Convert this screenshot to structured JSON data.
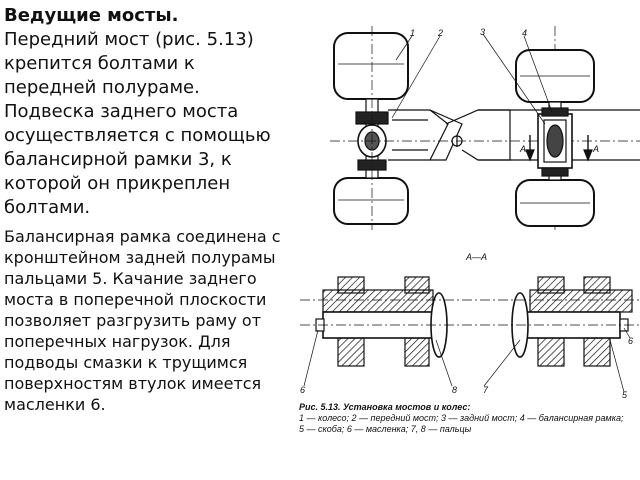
{
  "text": {
    "title": "Ведущие мосты.",
    "paragraph1": "Передний мост (рис. 5.13) крепится болтами к передней полураме. Подвеска заднего моста осуществляется с помощью балансирной рамки 3, к которой он прикреплен болтами.",
    "paragraph2": "Балансирная рамка соединена с кронштейном задней полурамы пальцами 5. Качание заднего моста в поперечной плоскости позволяет разгрузить раму от поперечных нагрузок. Для подводы смазки к трущимся поверхностям втулок имеется масленки 6."
  },
  "figure": {
    "caption_title": "Рис. 5.13. Установка мостов и колес:",
    "caption_line1": "1 — колесо; 2 — передний мост; 3 — задний мост; 4 — балансирная рамка;",
    "caption_line2": "5 — скоба; 6 — масленка; 7, 8 — пальцы",
    "section_label": "А—А",
    "labels": {
      "n1": "1",
      "n2": "2",
      "n3": "3",
      "n4": "4",
      "n5": "5",
      "n6a": "6",
      "n6b": "6",
      "n7": "7",
      "n8": "8",
      "arrowA_left": "А",
      "arrowA_right": "А"
    },
    "line_color": "#111111"
  }
}
